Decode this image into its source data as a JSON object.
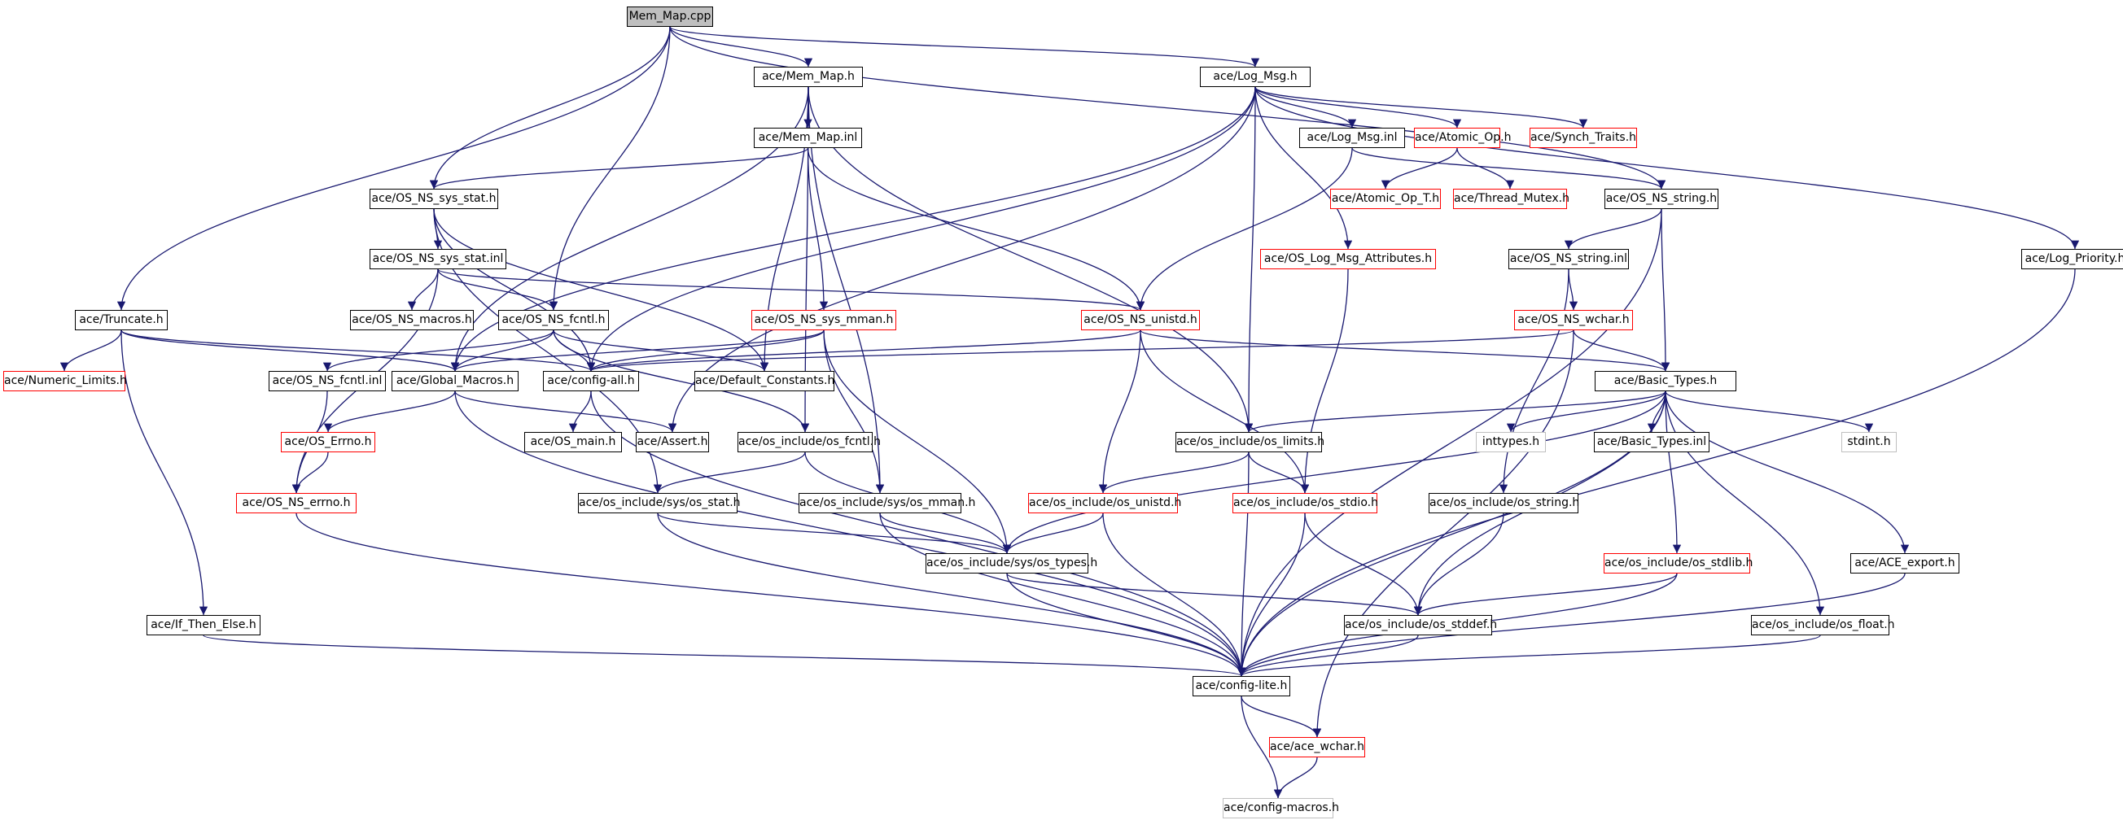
{
  "graph": {
    "colors": {
      "edge": "#191970",
      "fill": "#ffffff",
      "root_fill": "#bfbfbf",
      "text": "#000000"
    },
    "nodes": [
      {
        "id": "n0",
        "label": "Mem_Map.cpp",
        "style": "root"
      },
      {
        "id": "n1",
        "label": "ace/Mem_Map.h",
        "style": "black"
      },
      {
        "id": "n2",
        "label": "ace/Log_Msg.h",
        "style": "black"
      },
      {
        "id": "n3",
        "label": "ace/Mem_Map.inl",
        "style": "black"
      },
      {
        "id": "n4",
        "label": "ace/Log_Msg.inl",
        "style": "black"
      },
      {
        "id": "n5",
        "label": "ace/Atomic_Op.h",
        "style": "red"
      },
      {
        "id": "n6",
        "label": "ace/Synch_Traits.h",
        "style": "red"
      },
      {
        "id": "n7",
        "label": "ace/OS_NS_sys_stat.h",
        "style": "black"
      },
      {
        "id": "n8",
        "label": "ace/Atomic_Op_T.h",
        "style": "red"
      },
      {
        "id": "n9",
        "label": "ace/Thread_Mutex.h",
        "style": "red"
      },
      {
        "id": "n10",
        "label": "ace/OS_NS_string.h",
        "style": "black"
      },
      {
        "id": "n11",
        "label": "ace/OS_NS_sys_stat.inl",
        "style": "black"
      },
      {
        "id": "n12",
        "label": "ace/OS_Log_Msg_Attributes.h",
        "style": "red"
      },
      {
        "id": "n13",
        "label": "ace/OS_NS_string.inl",
        "style": "black"
      },
      {
        "id": "n14",
        "label": "ace/Log_Priority.h",
        "style": "black"
      },
      {
        "id": "n15",
        "label": "ace/Truncate.h",
        "style": "black"
      },
      {
        "id": "n16",
        "label": "ace/OS_NS_macros.h",
        "style": "black"
      },
      {
        "id": "n17",
        "label": "ace/OS_NS_fcntl.h",
        "style": "black"
      },
      {
        "id": "n18",
        "label": "ace/OS_NS_sys_mman.h",
        "style": "red"
      },
      {
        "id": "n19",
        "label": "ace/OS_NS_unistd.h",
        "style": "red"
      },
      {
        "id": "n20",
        "label": "ace/OS_NS_wchar.h",
        "style": "red"
      },
      {
        "id": "n21",
        "label": "ace/Numeric_Limits.h",
        "style": "red"
      },
      {
        "id": "n22",
        "label": "ace/OS_NS_fcntl.inl",
        "style": "black"
      },
      {
        "id": "n23",
        "label": "ace/Global_Macros.h",
        "style": "black"
      },
      {
        "id": "n24",
        "label": "ace/config-all.h",
        "style": "black"
      },
      {
        "id": "n25",
        "label": "ace/Default_Constants.h",
        "style": "black"
      },
      {
        "id": "n26",
        "label": "ace/Basic_Types.h",
        "style": "black"
      },
      {
        "id": "n27",
        "label": "ace/OS_Errno.h",
        "style": "red"
      },
      {
        "id": "n28",
        "label": "ace/OS_main.h",
        "style": "black"
      },
      {
        "id": "n29",
        "label": "ace/Assert.h",
        "style": "black"
      },
      {
        "id": "n30",
        "label": "ace/os_include/os_fcntl.h",
        "style": "black"
      },
      {
        "id": "n31",
        "label": "ace/os_include/os_limits.h",
        "style": "black"
      },
      {
        "id": "n32",
        "label": "inttypes.h",
        "style": "grey"
      },
      {
        "id": "n33",
        "label": "ace/Basic_Types.inl",
        "style": "black"
      },
      {
        "id": "n34",
        "label": "stdint.h",
        "style": "grey"
      },
      {
        "id": "n35",
        "label": "ace/OS_NS_errno.h",
        "style": "red"
      },
      {
        "id": "n36",
        "label": "ace/os_include/sys/os_stat.h",
        "style": "black"
      },
      {
        "id": "n37",
        "label": "ace/os_include/sys/os_mman.h",
        "style": "black"
      },
      {
        "id": "n38",
        "label": "ace/os_include/os_unistd.h",
        "style": "red"
      },
      {
        "id": "n39",
        "label": "ace/os_include/os_stdio.h",
        "style": "red"
      },
      {
        "id": "n40",
        "label": "ace/os_include/os_string.h",
        "style": "black"
      },
      {
        "id": "n41",
        "label": "ace/os_include/sys/os_types.h",
        "style": "black"
      },
      {
        "id": "n42",
        "label": "ace/os_include/os_stdlib.h",
        "style": "red"
      },
      {
        "id": "n43",
        "label": "ace/ACE_export.h",
        "style": "black"
      },
      {
        "id": "n44",
        "label": "ace/If_Then_Else.h",
        "style": "black"
      },
      {
        "id": "n45",
        "label": "ace/os_include/os_stddef.h",
        "style": "black"
      },
      {
        "id": "n46",
        "label": "ace/os_include/os_float.h",
        "style": "black"
      },
      {
        "id": "n47",
        "label": "ace/config-lite.h",
        "style": "black"
      },
      {
        "id": "n48",
        "label": "ace/ace_wchar.h",
        "style": "red"
      },
      {
        "id": "n49",
        "label": "ace/config-macros.h",
        "style": "grey"
      }
    ],
    "edges": [
      [
        "n0",
        "n1"
      ],
      [
        "n0",
        "n2"
      ],
      [
        "n0",
        "n7"
      ],
      [
        "n0",
        "n17"
      ],
      [
        "n0",
        "n15"
      ],
      [
        "n0",
        "n10"
      ],
      [
        "n1",
        "n3"
      ],
      [
        "n1",
        "n23"
      ],
      [
        "n1",
        "n25"
      ],
      [
        "n1",
        "n30"
      ],
      [
        "n1",
        "n37"
      ],
      [
        "n1",
        "n31"
      ],
      [
        "n3",
        "n7"
      ],
      [
        "n3",
        "n18"
      ],
      [
        "n3",
        "n19"
      ],
      [
        "n2",
        "n4"
      ],
      [
        "n2",
        "n5"
      ],
      [
        "n2",
        "n6"
      ],
      [
        "n2",
        "n12"
      ],
      [
        "n2",
        "n14"
      ],
      [
        "n2",
        "n23"
      ],
      [
        "n2",
        "n24"
      ],
      [
        "n2",
        "n29"
      ],
      [
        "n2",
        "n31"
      ],
      [
        "n4",
        "n10"
      ],
      [
        "n4",
        "n19"
      ],
      [
        "n5",
        "n8"
      ],
      [
        "n5",
        "n9"
      ],
      [
        "n7",
        "n11"
      ],
      [
        "n7",
        "n24"
      ],
      [
        "n7",
        "n25"
      ],
      [
        "n7",
        "n36"
      ],
      [
        "n11",
        "n16"
      ],
      [
        "n11",
        "n17"
      ],
      [
        "n11",
        "n35"
      ],
      [
        "n11",
        "n19"
      ],
      [
        "n17",
        "n22"
      ],
      [
        "n17",
        "n23"
      ],
      [
        "n17",
        "n24"
      ],
      [
        "n17",
        "n25"
      ],
      [
        "n17",
        "n30"
      ],
      [
        "n22",
        "n35"
      ],
      [
        "n18",
        "n23"
      ],
      [
        "n18",
        "n24"
      ],
      [
        "n18",
        "n37"
      ],
      [
        "n18",
        "n41"
      ],
      [
        "n19",
        "n24"
      ],
      [
        "n19",
        "n26"
      ],
      [
        "n19",
        "n38"
      ],
      [
        "n19",
        "n39"
      ],
      [
        "n10",
        "n13"
      ],
      [
        "n10",
        "n26"
      ],
      [
        "n10",
        "n47"
      ],
      [
        "n13",
        "n20"
      ],
      [
        "n13",
        "n40"
      ],
      [
        "n20",
        "n26"
      ],
      [
        "n20",
        "n24"
      ],
      [
        "n20",
        "n48"
      ],
      [
        "n15",
        "n21"
      ],
      [
        "n15",
        "n23"
      ],
      [
        "n15",
        "n24"
      ],
      [
        "n15",
        "n44"
      ],
      [
        "n23",
        "n27"
      ],
      [
        "n23",
        "n29"
      ],
      [
        "n23",
        "n47"
      ],
      [
        "n24",
        "n28"
      ],
      [
        "n24",
        "n47"
      ],
      [
        "n27",
        "n35"
      ],
      [
        "n35",
        "n47"
      ],
      [
        "n26",
        "n31"
      ],
      [
        "n26",
        "n32"
      ],
      [
        "n26",
        "n33"
      ],
      [
        "n26",
        "n34"
      ],
      [
        "n26",
        "n41"
      ],
      [
        "n26",
        "n42"
      ],
      [
        "n26",
        "n43"
      ],
      [
        "n26",
        "n45"
      ],
      [
        "n26",
        "n46"
      ],
      [
        "n26",
        "n47"
      ],
      [
        "n30",
        "n36"
      ],
      [
        "n30",
        "n41"
      ],
      [
        "n31",
        "n38"
      ],
      [
        "n31",
        "n39"
      ],
      [
        "n31",
        "n47"
      ],
      [
        "n36",
        "n41"
      ],
      [
        "n36",
        "n47"
      ],
      [
        "n37",
        "n41"
      ],
      [
        "n37",
        "n47"
      ],
      [
        "n38",
        "n41"
      ],
      [
        "n38",
        "n47"
      ],
      [
        "n39",
        "n45"
      ],
      [
        "n39",
        "n47"
      ],
      [
        "n12",
        "n39"
      ],
      [
        "n40",
        "n45"
      ],
      [
        "n41",
        "n45"
      ],
      [
        "n41",
        "n47"
      ],
      [
        "n42",
        "n45"
      ],
      [
        "n42",
        "n47"
      ],
      [
        "n43",
        "n47"
      ],
      [
        "n44",
        "n47"
      ],
      [
        "n45",
        "n47"
      ],
      [
        "n46",
        "n47"
      ],
      [
        "n14",
        "n47"
      ],
      [
        "n47",
        "n48"
      ],
      [
        "n47",
        "n49"
      ],
      [
        "n48",
        "n49"
      ]
    ]
  }
}
